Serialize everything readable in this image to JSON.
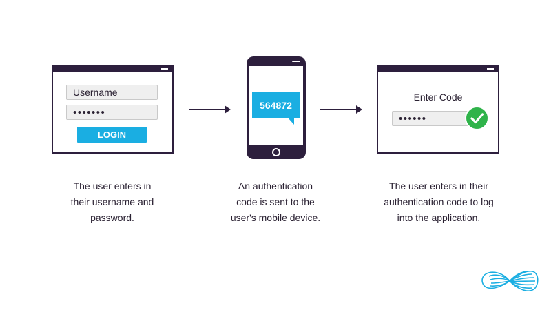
{
  "step1": {
    "username_value": "Username",
    "password_value": "•••••••",
    "login_label": "LOGIN",
    "caption_lines": [
      "The user enters in",
      "their username and",
      "password."
    ]
  },
  "step2": {
    "code": "564872",
    "caption_lines": [
      "An authentication",
      "code is sent to the",
      "user's mobile device."
    ]
  },
  "step3": {
    "label": "Enter Code",
    "code_value": "••••••",
    "caption_lines": [
      "The user enters in their",
      "authentication code to log",
      "into the application."
    ]
  },
  "colors": {
    "frame": "#2d1f3d",
    "accent": "#1aaee2",
    "success": "#2fb34a"
  },
  "icons": {
    "check": "check-icon",
    "arrow": "arrow-right-icon",
    "logo": "infinity-logo-icon"
  }
}
